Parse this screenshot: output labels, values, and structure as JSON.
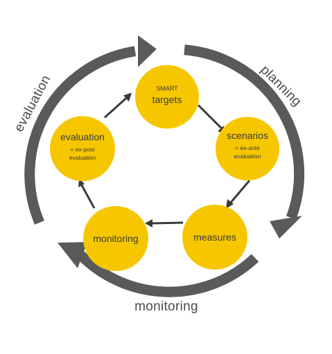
{
  "nodes": {
    "smart": {
      "small": "SMART",
      "main": "targets"
    },
    "scenarios": {
      "main": "scenarios",
      "sub1": "= ex-ante",
      "sub2": "evaluation"
    },
    "measures": {
      "main": "measures"
    },
    "monitoring": {
      "main": "monitoring"
    },
    "evaluation": {
      "main": "evaluation",
      "sub1": "= ex-post",
      "sub2": "evaluation"
    }
  },
  "phases": {
    "planning": "planning",
    "monitoring": "monitoring",
    "evaluation": "evaluation"
  },
  "colors": {
    "node_fill": "#f6c700",
    "outer_arrow": "#5a5a5a",
    "inner_arrow": "#3a3a3a",
    "text": "#3a3a3a"
  }
}
